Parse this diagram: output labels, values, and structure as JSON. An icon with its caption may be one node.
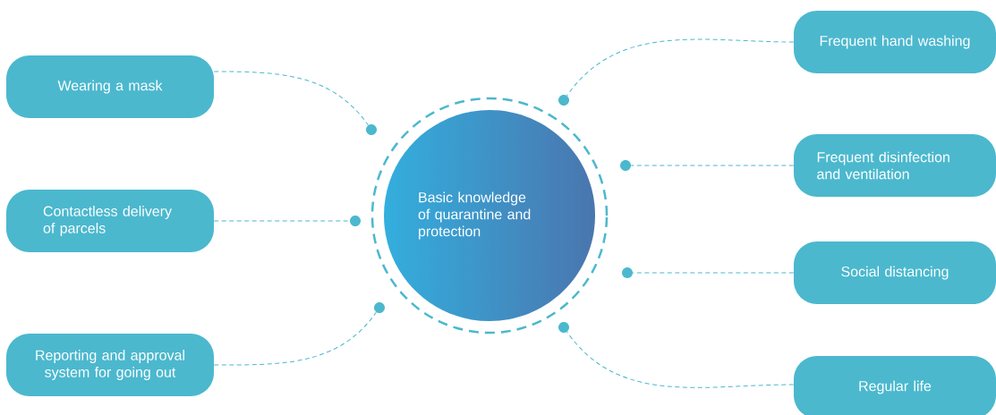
{
  "diagram": {
    "nodes": [
      {
        "text": [
          "Basic knowledge of quarantine and protection"
        ]
      },
      {
        "text": [
          "Wearing a mask"
        ]
      },
      {
        "text": [
          "Contactless delivery of parcels"
        ]
      },
      {
        "text": [
          "Reporting and approval system for going out"
        ]
      },
      {
        "text": [
          "Frequent hand washing"
        ]
      },
      {
        "text": [
          "Frequent disinfection and ventilation"
        ]
      },
      {
        "text": [
          "Social distancing"
        ]
      },
      {
        "text": [
          "Regular life"
        ]
      },
      {
        "text": [],
        "shape": "circle"
      },
      {
        "text": [],
        "shape": "circle"
      },
      {
        "text": [],
        "shape": "circle"
      },
      {
        "text": [],
        "shape": "circle"
      },
      {
        "text": [],
        "shape": "circle"
      },
      {
        "text": [],
        "shape": "circle"
      },
      {
        "text": [],
        "shape": "circle"
      }
    ],
    "edges": [
      {
        "from": 1,
        "to": 9,
        "arrow": "none",
        "style": "dashed"
      },
      {
        "from": 2,
        "to": 11,
        "arrow": "none",
        "style": "dashed"
      },
      {
        "from": 3,
        "to": 13,
        "arrow": "none",
        "style": "dashed"
      },
      {
        "from": 4,
        "to": 8,
        "arrow": "none",
        "style": "dashed"
      },
      {
        "from": 5,
        "to": 10,
        "arrow": "none",
        "style": "dashed"
      },
      {
        "from": 6,
        "to": 12,
        "arrow": "none",
        "style": "dashed"
      },
      {
        "from": 7,
        "to": 14,
        "arrow": "none",
        "style": "dashed"
      }
    ]
  }
}
